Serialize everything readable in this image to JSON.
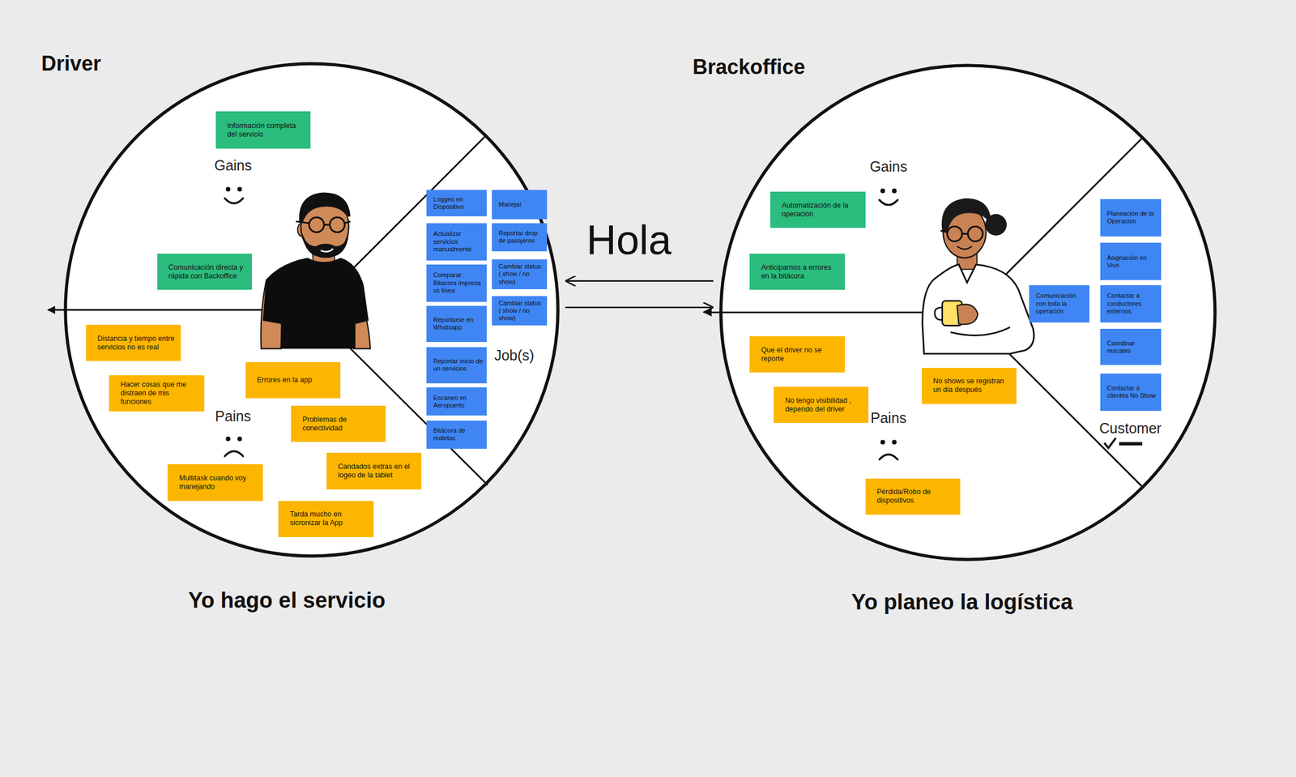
{
  "diagram": {
    "nodes": [
      {
        "text": [
          "Driver",
          "Yo hago el servicio"
        ]
      },
      {
        "text": [
          "Información completa del servicio"
        ],
        "in": 0
      },
      {
        "text": [
          "Comunicación directa y rápida con Backoffice"
        ],
        "in": 0
      },
      {
        "text": [
          "Distancia y tiempo entre servicios no es real"
        ],
        "in": 0
      },
      {
        "text": [
          "Hacer cosas que me distraen de mis funciones"
        ],
        "in": 0
      },
      {
        "text": [
          "Errores en la app"
        ],
        "in": 0
      },
      {
        "text": [
          "Problemas de conectividad"
        ],
        "in": 0
      },
      {
        "text": [
          "Multitask cuando voy manejando"
        ],
        "in": 0
      },
      {
        "text": [
          "Candados extras en el logeo de la tablet"
        ],
        "in": 0
      },
      {
        "text": [
          "Tarda mucho en sicronizar la App"
        ],
        "in": 0
      },
      {
        "text": [
          "Loggeo en Dispositivo"
        ],
        "in": 0
      },
      {
        "text": [
          "Actualizar servicios manualmente"
        ],
        "in": 0
      },
      {
        "text": [
          "Comparar Bitacora impresa vs linea"
        ],
        "in": 0
      },
      {
        "text": [
          "Reportarse en Whatsapp"
        ],
        "in": 0
      },
      {
        "text": [
          "Reportar inicio de un servicios"
        ],
        "in": 0
      },
      {
        "text": [
          "Escaneo en Aeropuerto"
        ],
        "in": 0
      },
      {
        "text": [
          "Bitácora de maletas"
        ],
        "in": 0
      },
      {
        "text": [
          "Manejar"
        ],
        "in": 0
      },
      {
        "text": [
          "Reportar drop de pasajeros"
        ],
        "in": 0
      },
      {
        "text": [
          "Cambiar status ( show / no show)"
        ],
        "in": 0
      },
      {
        "text": [
          "Cambiar status ( show / no show)"
        ],
        "in": 0
      },
      {
        "text": [
          "Brackoffice",
          "Yo planeo la logística"
        ]
      },
      {
        "text": [
          "Automatización de la operación"
        ],
        "in": 21
      },
      {
        "text": [
          "Anticiparnos a errores en la bitácora"
        ],
        "in": 21
      },
      {
        "text": [
          "Que el driver no se reporte"
        ],
        "in": 21
      },
      {
        "text": [
          "No tengo visibilidad , dependo del driver"
        ],
        "in": 21
      },
      {
        "text": [
          "No shows se registran un dia después"
        ],
        "in": 21
      },
      {
        "text": [
          "Pérdida/Robo de dispositivos"
        ],
        "in": 21
      },
      {
        "text": [
          "Comunicación con toda la operación"
        ],
        "in": 21
      },
      {
        "text": [
          "Planeación de la Operacion"
        ],
        "in": 21
      },
      {
        "text": [
          "Asignación en Vivo"
        ],
        "in": 21
      },
      {
        "text": [
          "Contactar a conductores externos"
        ],
        "in": 21
      },
      {
        "text": [
          "Coordinar rescates"
        ],
        "in": 21
      },
      {
        "text": [
          "Contactar a clientes No Show"
        ],
        "in": 21
      }
    ],
    "edges": [
      {
        "from": 21,
        "to": 0,
        "arrow": "to"
      },
      {
        "from": 0,
        "to": 21,
        "arrow": "to"
      }
    ],
    "labels": [
      "Gains",
      "Pains",
      "Job(s)",
      "Hola",
      "Gains",
      "Pains",
      "Customer"
    ]
  }
}
